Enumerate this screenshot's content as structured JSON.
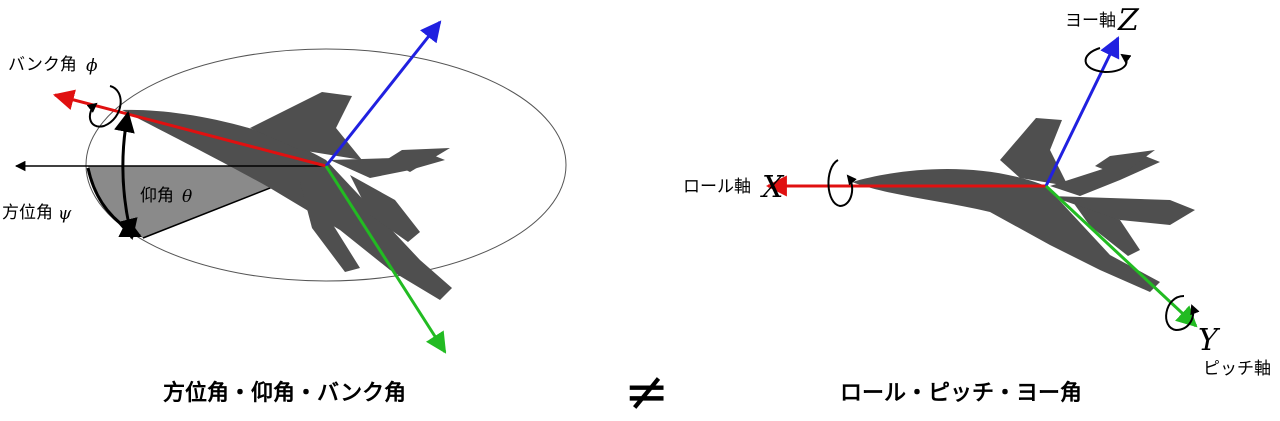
{
  "left": {
    "bank_label": "バンク角",
    "bank_symbol": "ϕ",
    "elevation_label": "仰角",
    "elevation_symbol": "θ",
    "azimuth_label": "方位角",
    "azimuth_symbol": "ψ",
    "caption": "方位角・仰角・バンク角"
  },
  "middle": {
    "symbol": "≠"
  },
  "right": {
    "yaw_label": "ヨー軸",
    "yaw_letter": "Z",
    "roll_label": "ロール軸",
    "roll_letter": "X",
    "pitch_label": "ピッチ軸",
    "pitch_letter": "Y",
    "caption": "ロール・ピッチ・ヨー角"
  },
  "colors": {
    "x_axis": "#e01010",
    "y_axis": "#22bb22",
    "z_axis": "#2020e0",
    "aircraft": "#4f4f4f",
    "sector": "#8a8a8a"
  }
}
